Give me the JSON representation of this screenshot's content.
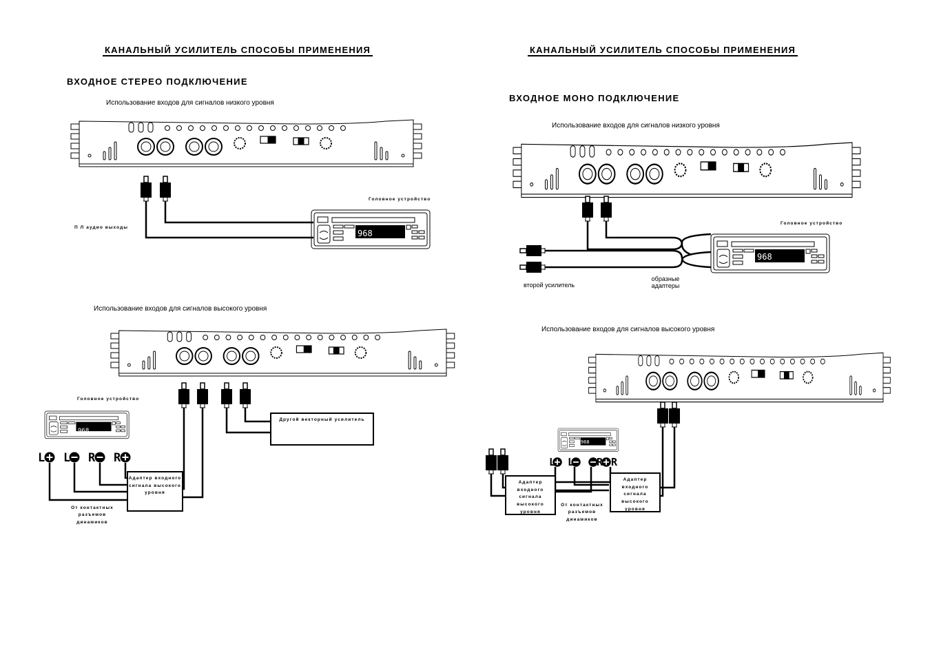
{
  "left_page": {
    "header": "КАНАЛЬНЫЙ УСИЛИТЕЛЬ   СПОСОБЫ ПРИМЕНЕНИЯ",
    "section_title": "ВХОДНОЕ СТЕРЕО ПОДКЛЮЧЕНИЕ",
    "low_level": {
      "caption": "Использование входов для сигналов низкого уровня",
      "head_unit_label": "Головное устройство",
      "outputs_label": "П Л аудио выходы",
      "display_text": "968"
    },
    "high_level": {
      "caption": "Использование входов для сигналов высокого уровня",
      "head_unit_label": "Головное устройство",
      "display_text": "968",
      "other_amp_label": "Другой векторный усилитель",
      "adapter_label": "Адаптер входного сигнала высокого уровня",
      "speaker_source_label": "От контактных разъемов динамиков",
      "speaker_terminals": [
        "L",
        "L",
        "R",
        "R"
      ]
    }
  },
  "right_page": {
    "header": "КАНАЛЬНЫЙ УСИЛИТЕЛЬ   СПОСОБЫ ПРИМЕНЕНИЯ",
    "section_title": "ВХОДНОЕ МОНО ПОДКЛЮЧЕНИЕ",
    "low_level": {
      "caption": "Использование входов для сигналов низкого уровня",
      "head_unit_label": "Головное устройство",
      "second_amp_label": "второй усилитель",
      "y_adapter_label": "образные адаптеры",
      "display_text": "968"
    },
    "high_level": {
      "caption": "Использование входов для сигналов высокого уровня",
      "display_text": "968",
      "adapter_left_label": "Адаптер входного сигнала высокого уровня",
      "adapter_right_label": "Адаптер входного сигнала высокого уровня",
      "speaker_source_label": "От контактных разъемов динамиков",
      "speaker_terminals": [
        "L",
        "L",
        "R",
        "R"
      ]
    }
  }
}
